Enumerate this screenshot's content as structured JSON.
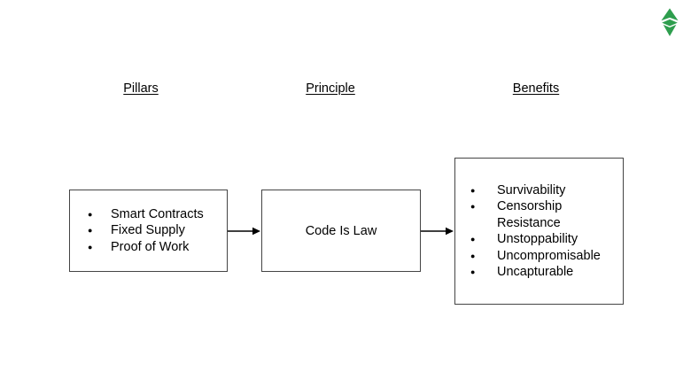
{
  "diagram": {
    "headers": [
      {
        "label": "Pillars"
      },
      {
        "label": "Principle"
      },
      {
        "label": "Benefits"
      }
    ],
    "pillars_box": {
      "items": [
        "Smart Contracts",
        "Fixed Supply",
        "Proof of Work"
      ]
    },
    "principle_box": {
      "label": "Code Is Law"
    },
    "benefits_box": {
      "items": [
        "Survivability",
        "Censorship Resistance",
        "Unstoppability",
        "Uncompromisable",
        "Uncapturable"
      ]
    },
    "connectors": [
      {
        "from": "pillars-box",
        "to": "principle-box"
      },
      {
        "from": "principle-box",
        "to": "benefits-box"
      }
    ]
  },
  "logo": {
    "name": "ethereum-classic"
  },
  "bullet": "●",
  "colors": {
    "background": "#ffffff",
    "text": "#000000",
    "box_border": "#444444",
    "arrow": "#000000",
    "logo_green": "#2E9E4E"
  }
}
